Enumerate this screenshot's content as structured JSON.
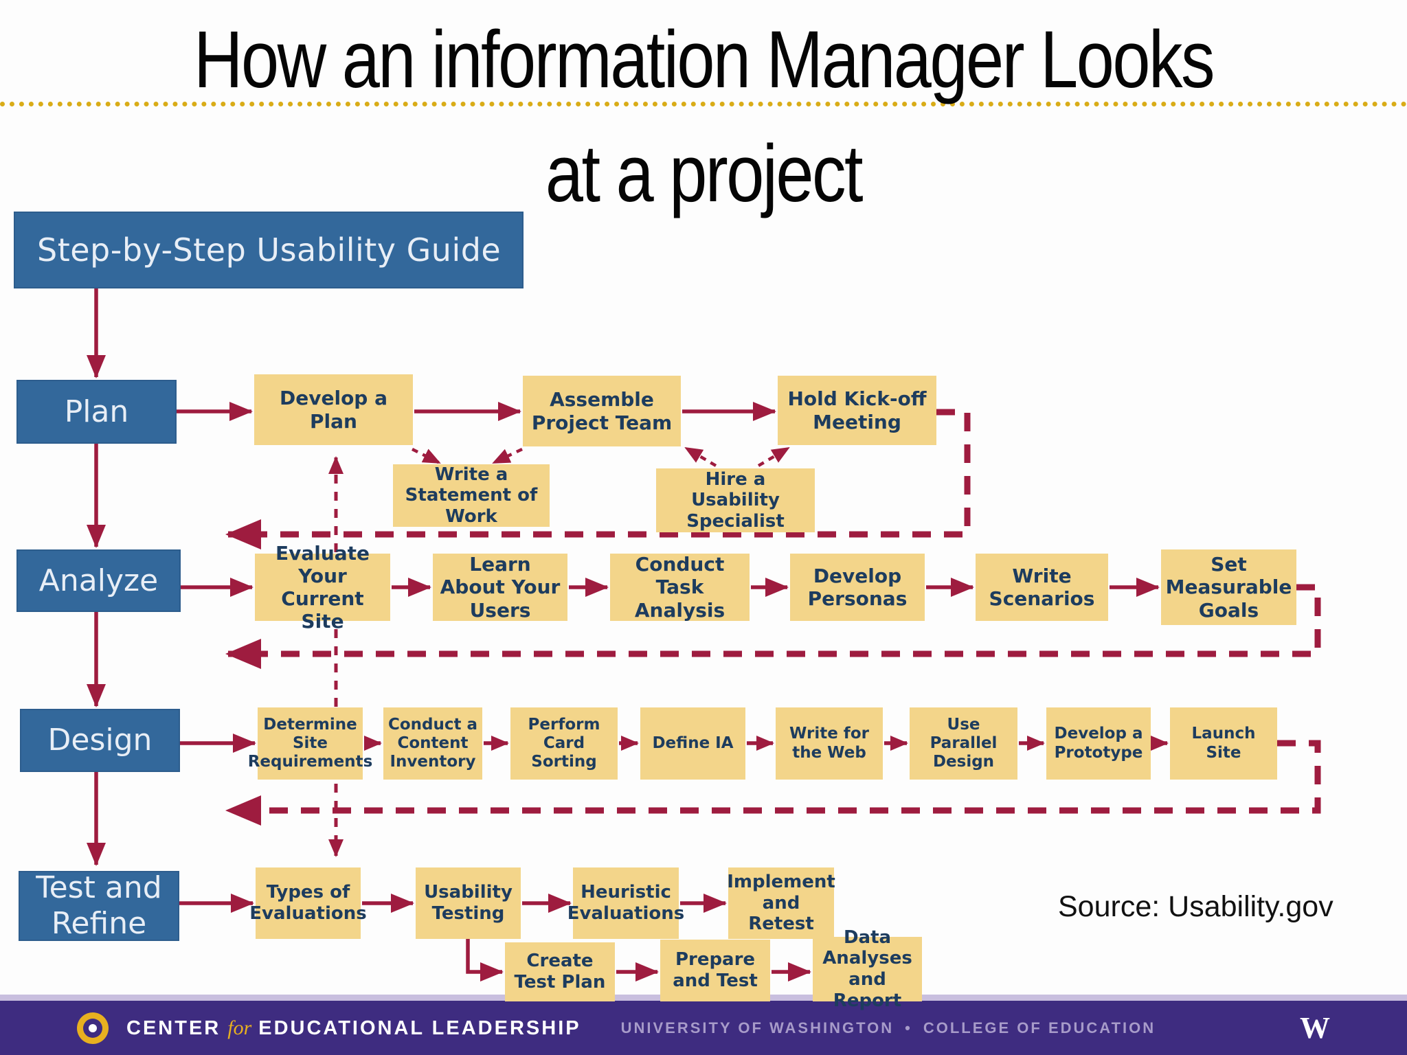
{
  "title": {
    "line1": "How an information Manager Looks",
    "line2": "at a project"
  },
  "diagram": {
    "heading": "Step-by-Step Usability Guide",
    "rows": [
      {
        "phase": "Plan",
        "steps": [
          "Develop a Plan",
          "Assemble Project Team",
          "Hold Kick-off Meeting"
        ],
        "branch_steps": [
          "Write a Statement of Work",
          "Hire a Usability Specialist"
        ]
      },
      {
        "phase": "Analyze",
        "steps": [
          "Evaluate Your Current Site",
          "Learn About Your Users",
          "Conduct Task Analysis",
          "Develop Personas",
          "Write Scenarios",
          "Set Measurable Goals"
        ]
      },
      {
        "phase": "Design",
        "steps": [
          "Determine Site Requirements",
          "Conduct a Content Inventory",
          "Perform Card Sorting",
          "Define IA",
          "Write for the Web",
          "Use Parallel Design",
          "Develop a Prototype",
          "Launch Site"
        ]
      },
      {
        "phase": "Test and Refine",
        "steps": [
          "Types of Evaluations",
          "Usability Testing",
          "Heuristic Evaluations",
          "Implement and Retest"
        ],
        "branch_steps": [
          "Create Test Plan",
          "Prepare and Test",
          "Data Analyses and Report"
        ]
      }
    ]
  },
  "source": {
    "label": "Source: Usability.gov"
  },
  "footer": {
    "org_center": "CENTER",
    "org_for": "for",
    "org_rest": "EDUCATIONAL LEADERSHIP",
    "university": "UNIVERSITY OF WASHINGTON",
    "separator": "•",
    "college": "COLLEGE OF EDUCATION",
    "w_mark": "W"
  },
  "colors": {
    "phase_box": "#33689b",
    "step_box": "#f3d58a",
    "step_text": "#1d3c5e",
    "arrow": "#9e1c3f",
    "title_separator": "#d9ac17",
    "footer_bar": "#3e2c80",
    "footer_accent": "#e8b020",
    "footer_text_muted": "#a79bc9"
  }
}
